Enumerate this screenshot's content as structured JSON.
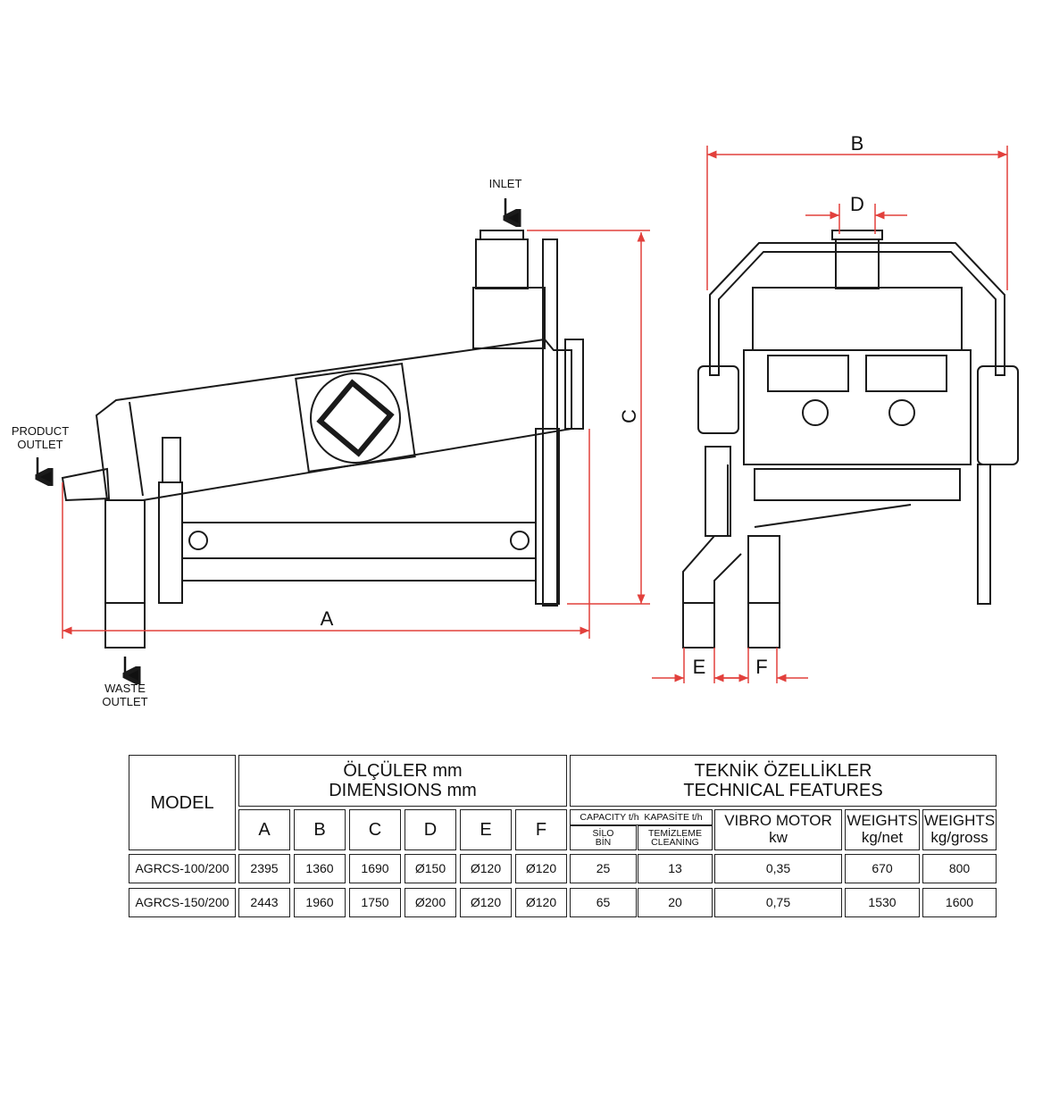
{
  "drawing": {
    "labels": {
      "inlet": "INLET",
      "product_outlet_1": "PRODUCT",
      "product_outlet_2": "OUTLET",
      "waste_outlet_1": "WASTE",
      "waste_outlet_2": "OUTLET"
    },
    "dimensions": {
      "a": "A",
      "b": "B",
      "c": "C",
      "d": "D",
      "e": "E",
      "f": "F"
    },
    "colors": {
      "dimension": "#e2403c",
      "line": "#1a1a1a"
    }
  },
  "table": {
    "model_header": "MODEL",
    "dimensions_header_1": "ÖLÇÜLER mm",
    "dimensions_header_2": "DIMENSIONS mm",
    "technical_header_1": "TEKNİK ÖZELLİKLER",
    "technical_header_2": "TECHNICAL FEATURES",
    "dim_cols": [
      "A",
      "B",
      "C",
      "D",
      "E",
      "F"
    ],
    "capacity_header": "CAPACITY t/h  KAPASİTE t/h",
    "silo_1": "SİLO",
    "silo_2": "BİN",
    "cleaning_1": "TEMİZLEME",
    "cleaning_2": "CLEANİNG",
    "motor_1": "VIBRO MOTOR",
    "motor_2": "kw",
    "net_1": "WEIGHTS",
    "net_2": "kg/net",
    "gross_1": "WEIGHTS",
    "gross_2": "kg/gross",
    "rows": [
      {
        "model": "AGRCS-100/200",
        "a": "2395",
        "b": "1360",
        "c": "1690",
        "d": "Ø150",
        "e": "Ø120",
        "f": "Ø120",
        "silo": "25",
        "cleaning": "13",
        "motor": "0,35",
        "net": "670",
        "gross": "800"
      },
      {
        "model": "AGRCS-150/200",
        "a": "2443",
        "b": "1960",
        "c": "1750",
        "d": "Ø200",
        "e": "Ø120",
        "f": "Ø120",
        "silo": "65",
        "cleaning": "20",
        "motor": "0,75",
        "net": "1530",
        "gross": "1600"
      }
    ]
  }
}
